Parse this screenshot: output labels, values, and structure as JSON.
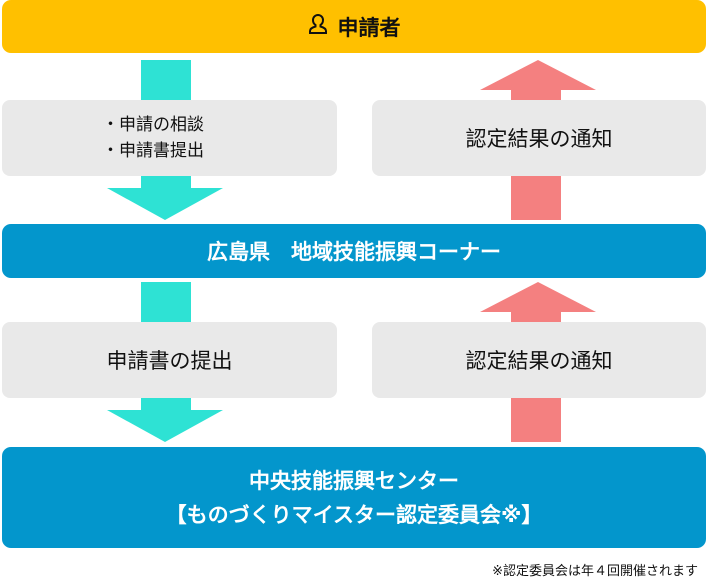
{
  "applicant": {
    "label": "申請者",
    "icon": "person-icon"
  },
  "step1": {
    "left_items": [
      "・申請の相談",
      "・申請書提出"
    ],
    "right_label": "認定結果の通知"
  },
  "prefecture": {
    "label": "広島県　地域技能振興コーナー"
  },
  "step2": {
    "left_label": "申請書の提出",
    "right_label": "認定結果の通知"
  },
  "center": {
    "line1": "中央技能振興センター",
    "line2": "【ものづくりマイスター認定委員会※】"
  },
  "footnote": "※認定委員会は年４回開催されます",
  "colors": {
    "applicant": "#FFC000",
    "blue": "#0396CC",
    "down_arrow": "#2EE2D4",
    "up_arrow": "#F48080",
    "box": "#E9E9E9"
  }
}
